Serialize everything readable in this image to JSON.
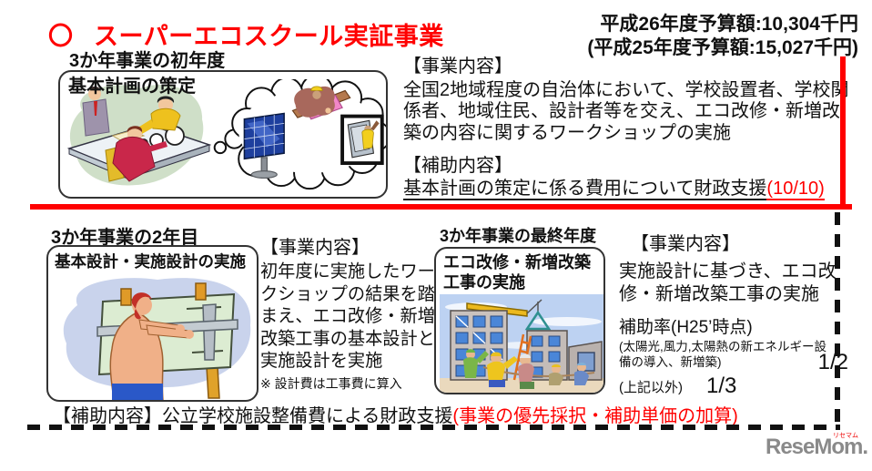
{
  "page": {
    "title_bullet": "〇",
    "title": "スーパーエコスクール実証事業",
    "budget_line1": "平成26年度予算額:10,304千円",
    "budget_line2": "(平成25年度予算額:15,027千円)"
  },
  "year1": {
    "heading": "3か年事業の初年度",
    "box_label": "基本計画の策定",
    "business_title": "【事業内容】",
    "business_body": "全国2地域程度の自治体において、学校設置者、学校関係者、地域住民、設計者等を交え、エコ改修・新増改築の内容に関するワークショップの実施",
    "subsidy_title": "【補助内容】",
    "subsidy_body": "基本計画の策定に係る費用について財政支援",
    "subsidy_ratio": "(10/10)"
  },
  "year2": {
    "heading": "3か年事業の2年目",
    "box_label": "基本設計・実施設計の実施",
    "business_title": "【事業内容】",
    "business_body": "初年度に実施したワークショップの結果を踏まえ、エコ改修・新増改築工事の基本設計と実施設計を実施",
    "note": "※ 設計費は工事費に算入"
  },
  "year3": {
    "heading": "3か年事業の最終年度",
    "box_label": "エコ改修・新増改築工事の実施",
    "business_title": "【事業内容】",
    "business_body": "実施設計に基づき、エコ改修・新増改築工事の実施",
    "subsidy_rate_heading": "補助率(H25’時点)",
    "item1_label": "(太陽光,風力,太陽熱の新エネルギー設備の導入、新増築)",
    "item1_value": "1/2",
    "item2_label": "(上記以外)",
    "item2_value": "1/3"
  },
  "footer": {
    "subsidy_black": "【補助内容】公立学校施設整備費による財政支援",
    "subsidy_red": "(事業の優先採択・補助単価の加算)",
    "logo_text": "ReseMom.",
    "logo_ruby": "リセマム"
  },
  "colors": {
    "accent_red": "#ff0000",
    "text_black": "#111111",
    "logo_gray": "#8a8a8a"
  }
}
